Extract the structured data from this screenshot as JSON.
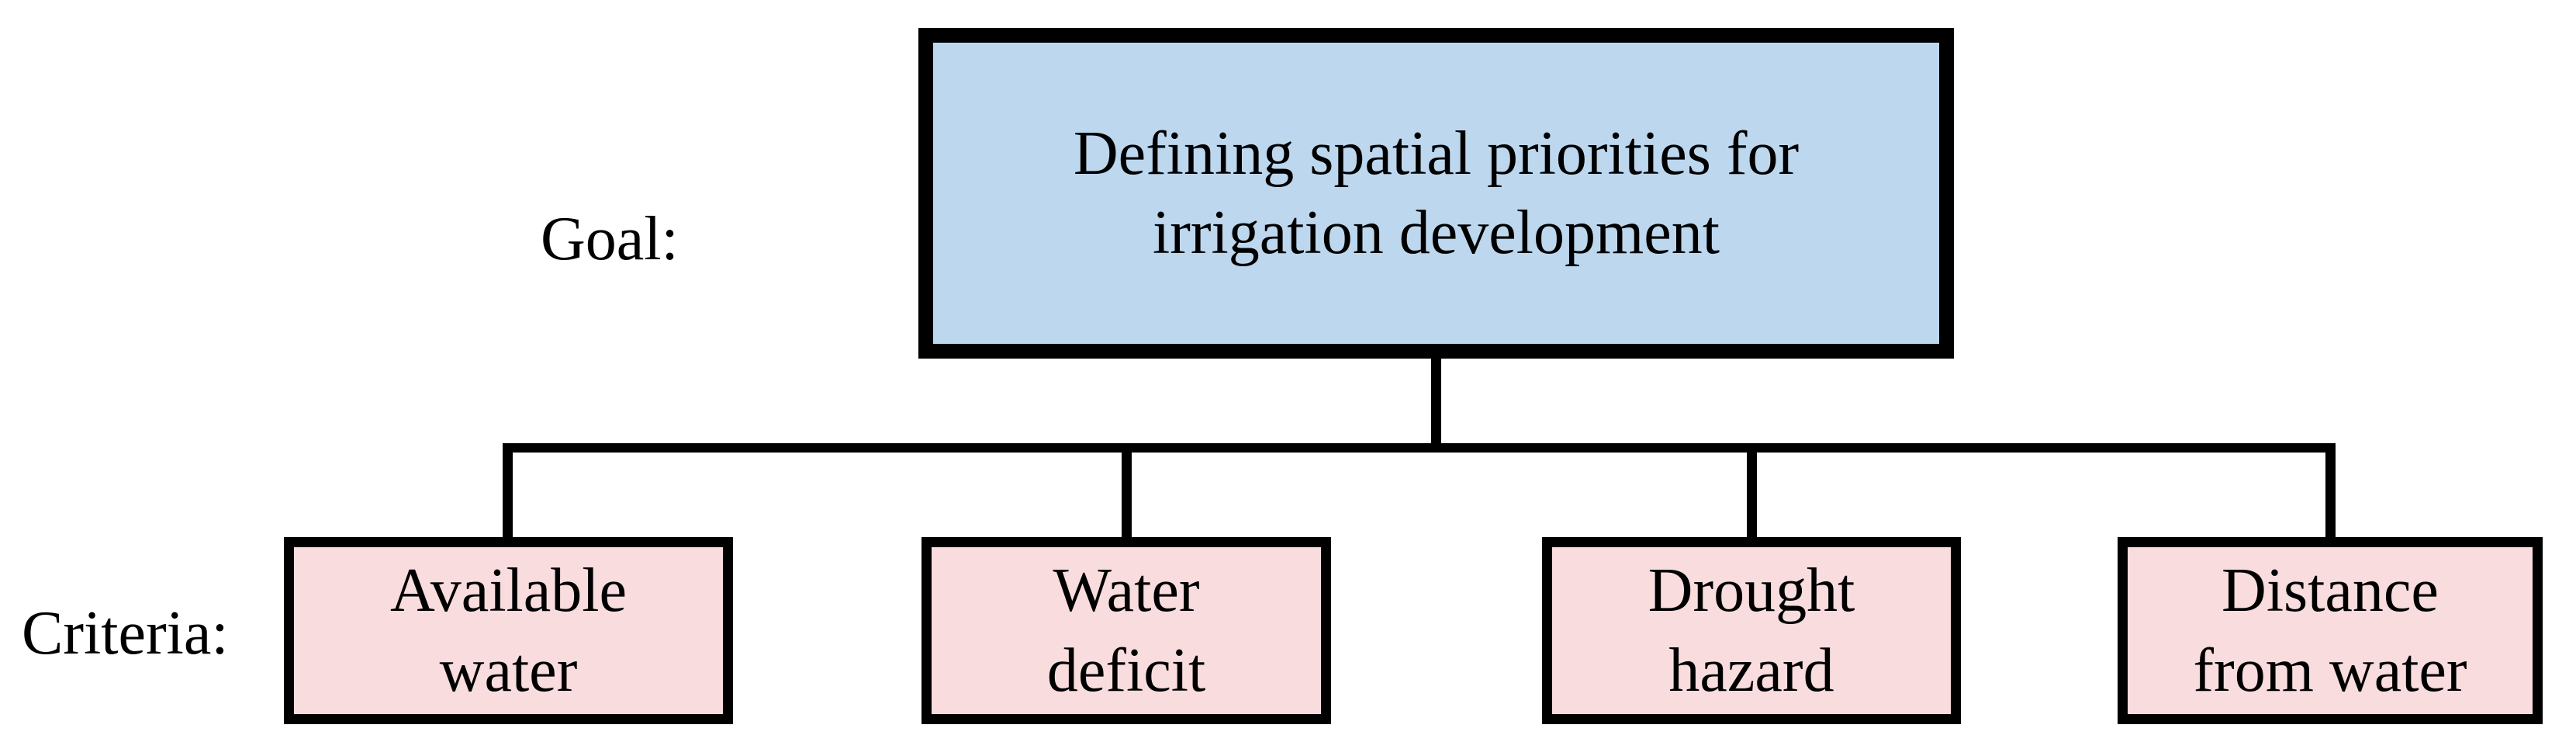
{
  "figure": {
    "labels": {
      "goal": "Goal:",
      "criteria": "Criteria:"
    },
    "goal_box": {
      "line1": "Defining spatial priorities for",
      "line2": "irrigation development"
    },
    "criteria_boxes": [
      {
        "line1": "Available",
        "line2": "water"
      },
      {
        "line1": "Water",
        "line2": "deficit"
      },
      {
        "line1": "Drought",
        "line2": "hazard"
      },
      {
        "line1": "Distance",
        "line2": "from water"
      }
    ],
    "colors": {
      "goal_fill": "#BDD7EE",
      "criteria_fill": "#F9DCDE",
      "line": "#000000"
    }
  }
}
